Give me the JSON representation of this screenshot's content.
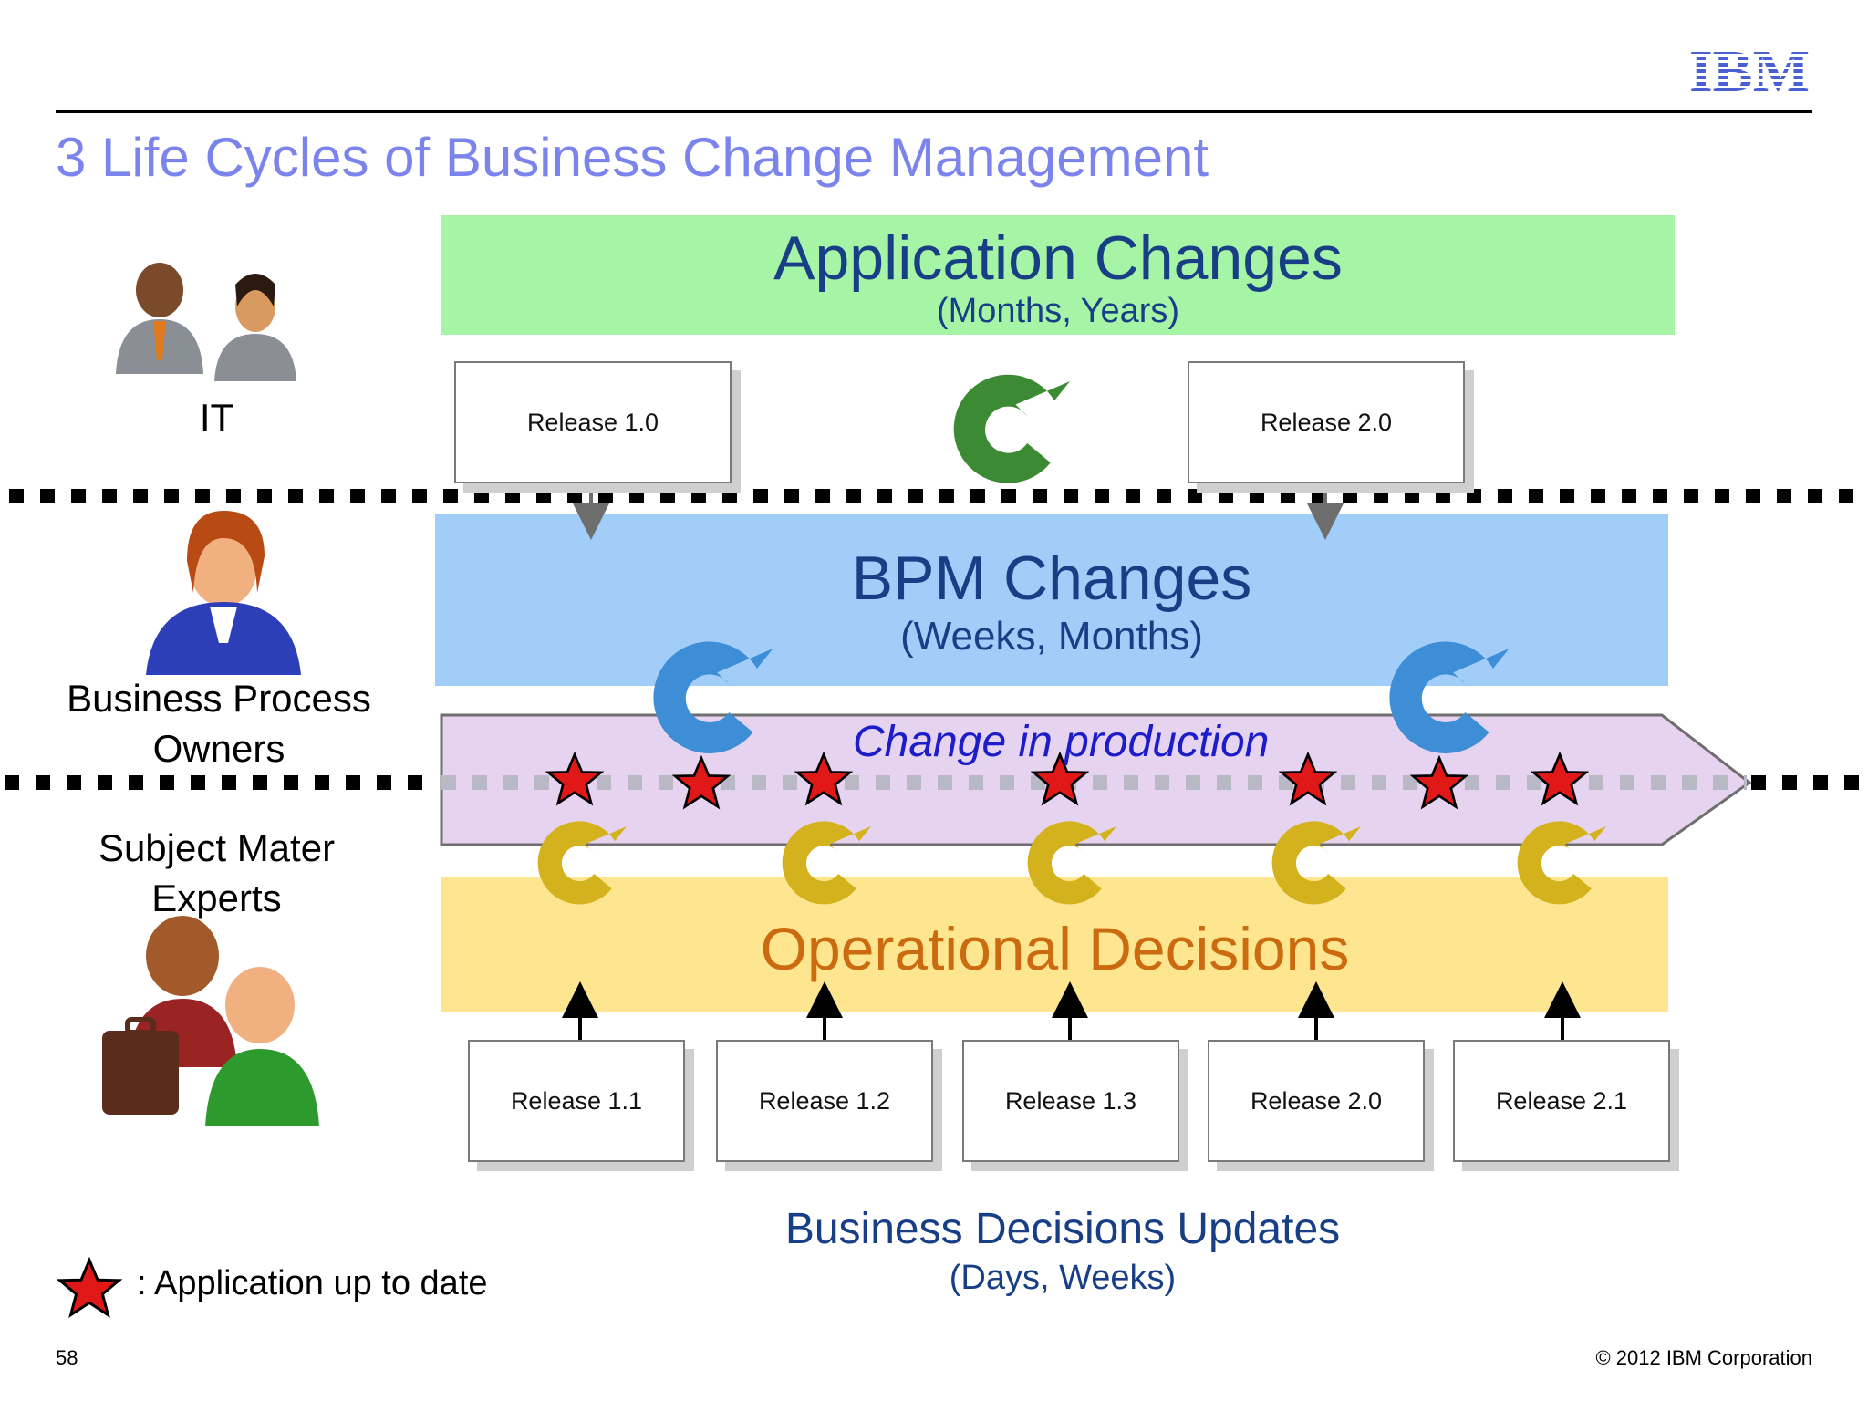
{
  "title": "3 Life Cycles of Business Change Management",
  "logo_text": "IBM",
  "roles": {
    "it": "IT",
    "bpo_line1": "Business Process",
    "bpo_line2": "Owners",
    "sme_line1": "Subject Mater",
    "sme_line2": "Experts"
  },
  "bands": {
    "application": {
      "title": "Application Changes",
      "subtitle": "(Months, Years)",
      "color": "#a6f5a6"
    },
    "bpm": {
      "title": "BPM Changes",
      "subtitle": "(Weeks, Months)",
      "color": "#a2cdf8"
    },
    "operational": {
      "title": "Operational Decisions",
      "color": "#fde68f"
    }
  },
  "app_releases": [
    "Release 1.0",
    "Release 2.0"
  ],
  "change_in_production": "Change in production",
  "decision_releases": [
    "Release 1.1",
    "Release 1.2",
    "Release 1.3",
    "Release 2.0",
    "Release 2.1"
  ],
  "business_decisions": {
    "title": "Business Decisions Updates",
    "subtitle": "(Days, Weeks)"
  },
  "legend": ": Application up to date",
  "page_number": "58",
  "copyright": "© 2012 IBM Corporation",
  "colors": {
    "title": "#7b84ec",
    "band_text": "#183f86",
    "op_text": "#cc6a0f",
    "star": "#e01818",
    "green_cycle": "#3d8a35",
    "blue_cycle": "#3d8ed6",
    "yellow_cycle": "#d4b21e"
  }
}
